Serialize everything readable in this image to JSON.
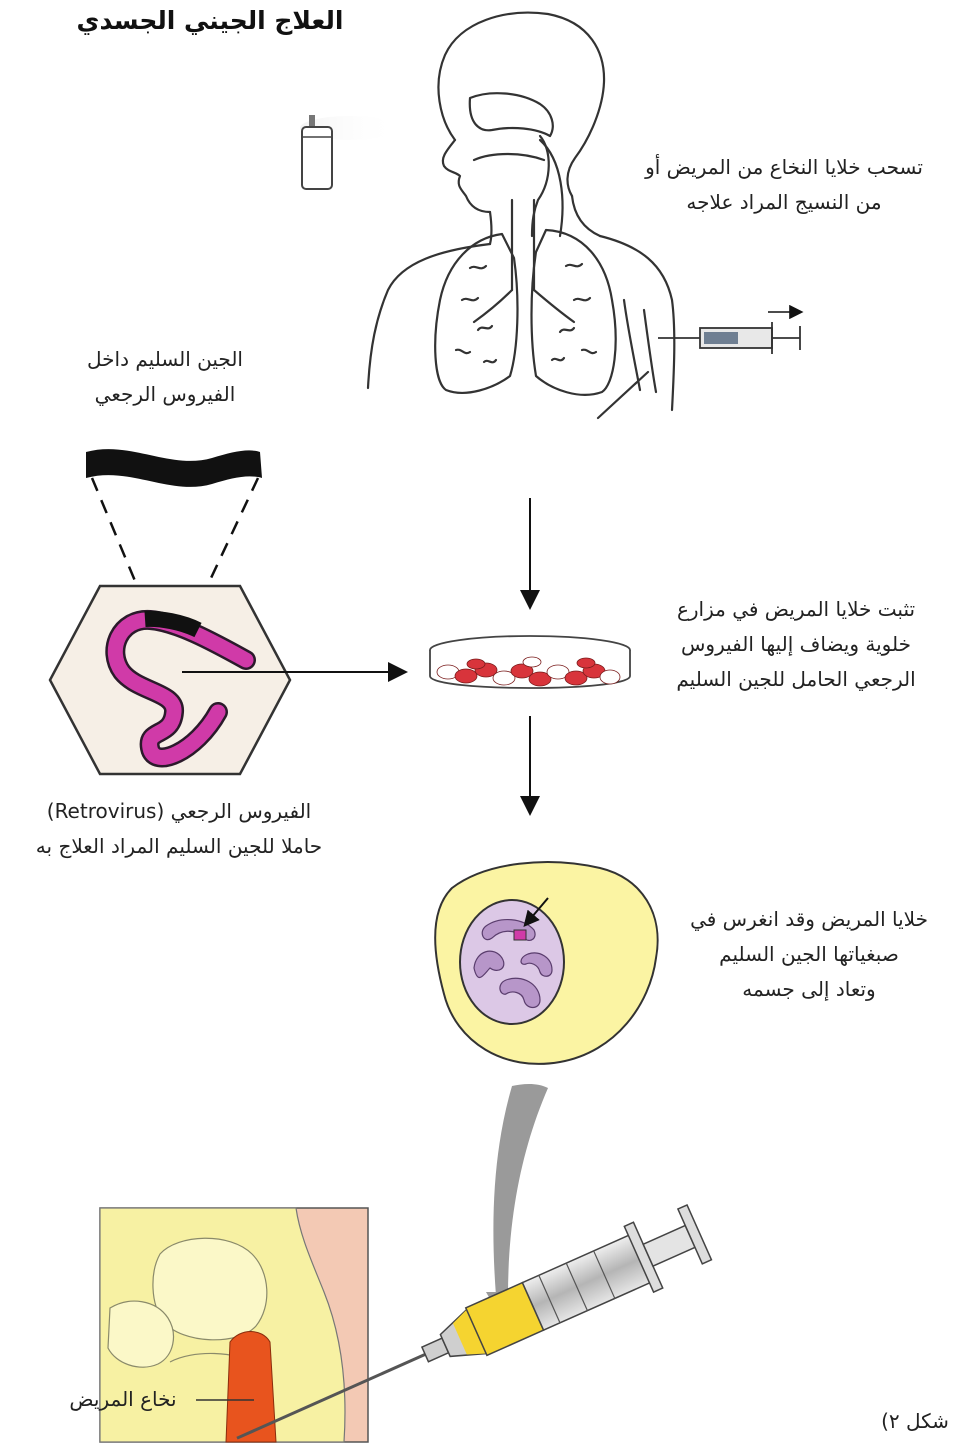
{
  "title": "العلاج الجيني الجسدي",
  "labels": {
    "step1_line1": "تسحب خلايا النخاع من المريض أو",
    "step1_line2": "من النسيج المراد علاجه",
    "gene_line1": "الجين السليم داخل",
    "gene_line2": "الفيروس الرجعي",
    "step2_line1": "تثبت خلايا المريض في مزارع",
    "step2_line2": "خلوية ويضاف إليها الفيروس",
    "step2_line3": "الرجعي الحامل للجين السليم",
    "virus_line1": "الفيروس الرجعي (Retrovirus)",
    "virus_line2": "حاملا للجين السليم المراد العلاج به",
    "step3_line1": "خلايا المريض وقد انغرس في",
    "step3_line2": "صبغياتها الجين السليم",
    "step3_line3": "وتعاد إلى جسمه",
    "marrow": "نخاع المريض",
    "figure": "شكل ٢)"
  },
  "colors": {
    "virus_pink": "#d03aa8",
    "dish_red": "#d8343b",
    "cell_yellow": "#fbf4a3",
    "nucleus_lavender": "#dcc8e6",
    "chromosome_purple": "#b796c9",
    "bone_yellow": "#f7f1a3",
    "skin_pink": "#f3c9b4",
    "marrow_orange": "#e8541e",
    "syringe_yellow": "#f5d430",
    "grey_arrow": "#9a9a9a"
  }
}
